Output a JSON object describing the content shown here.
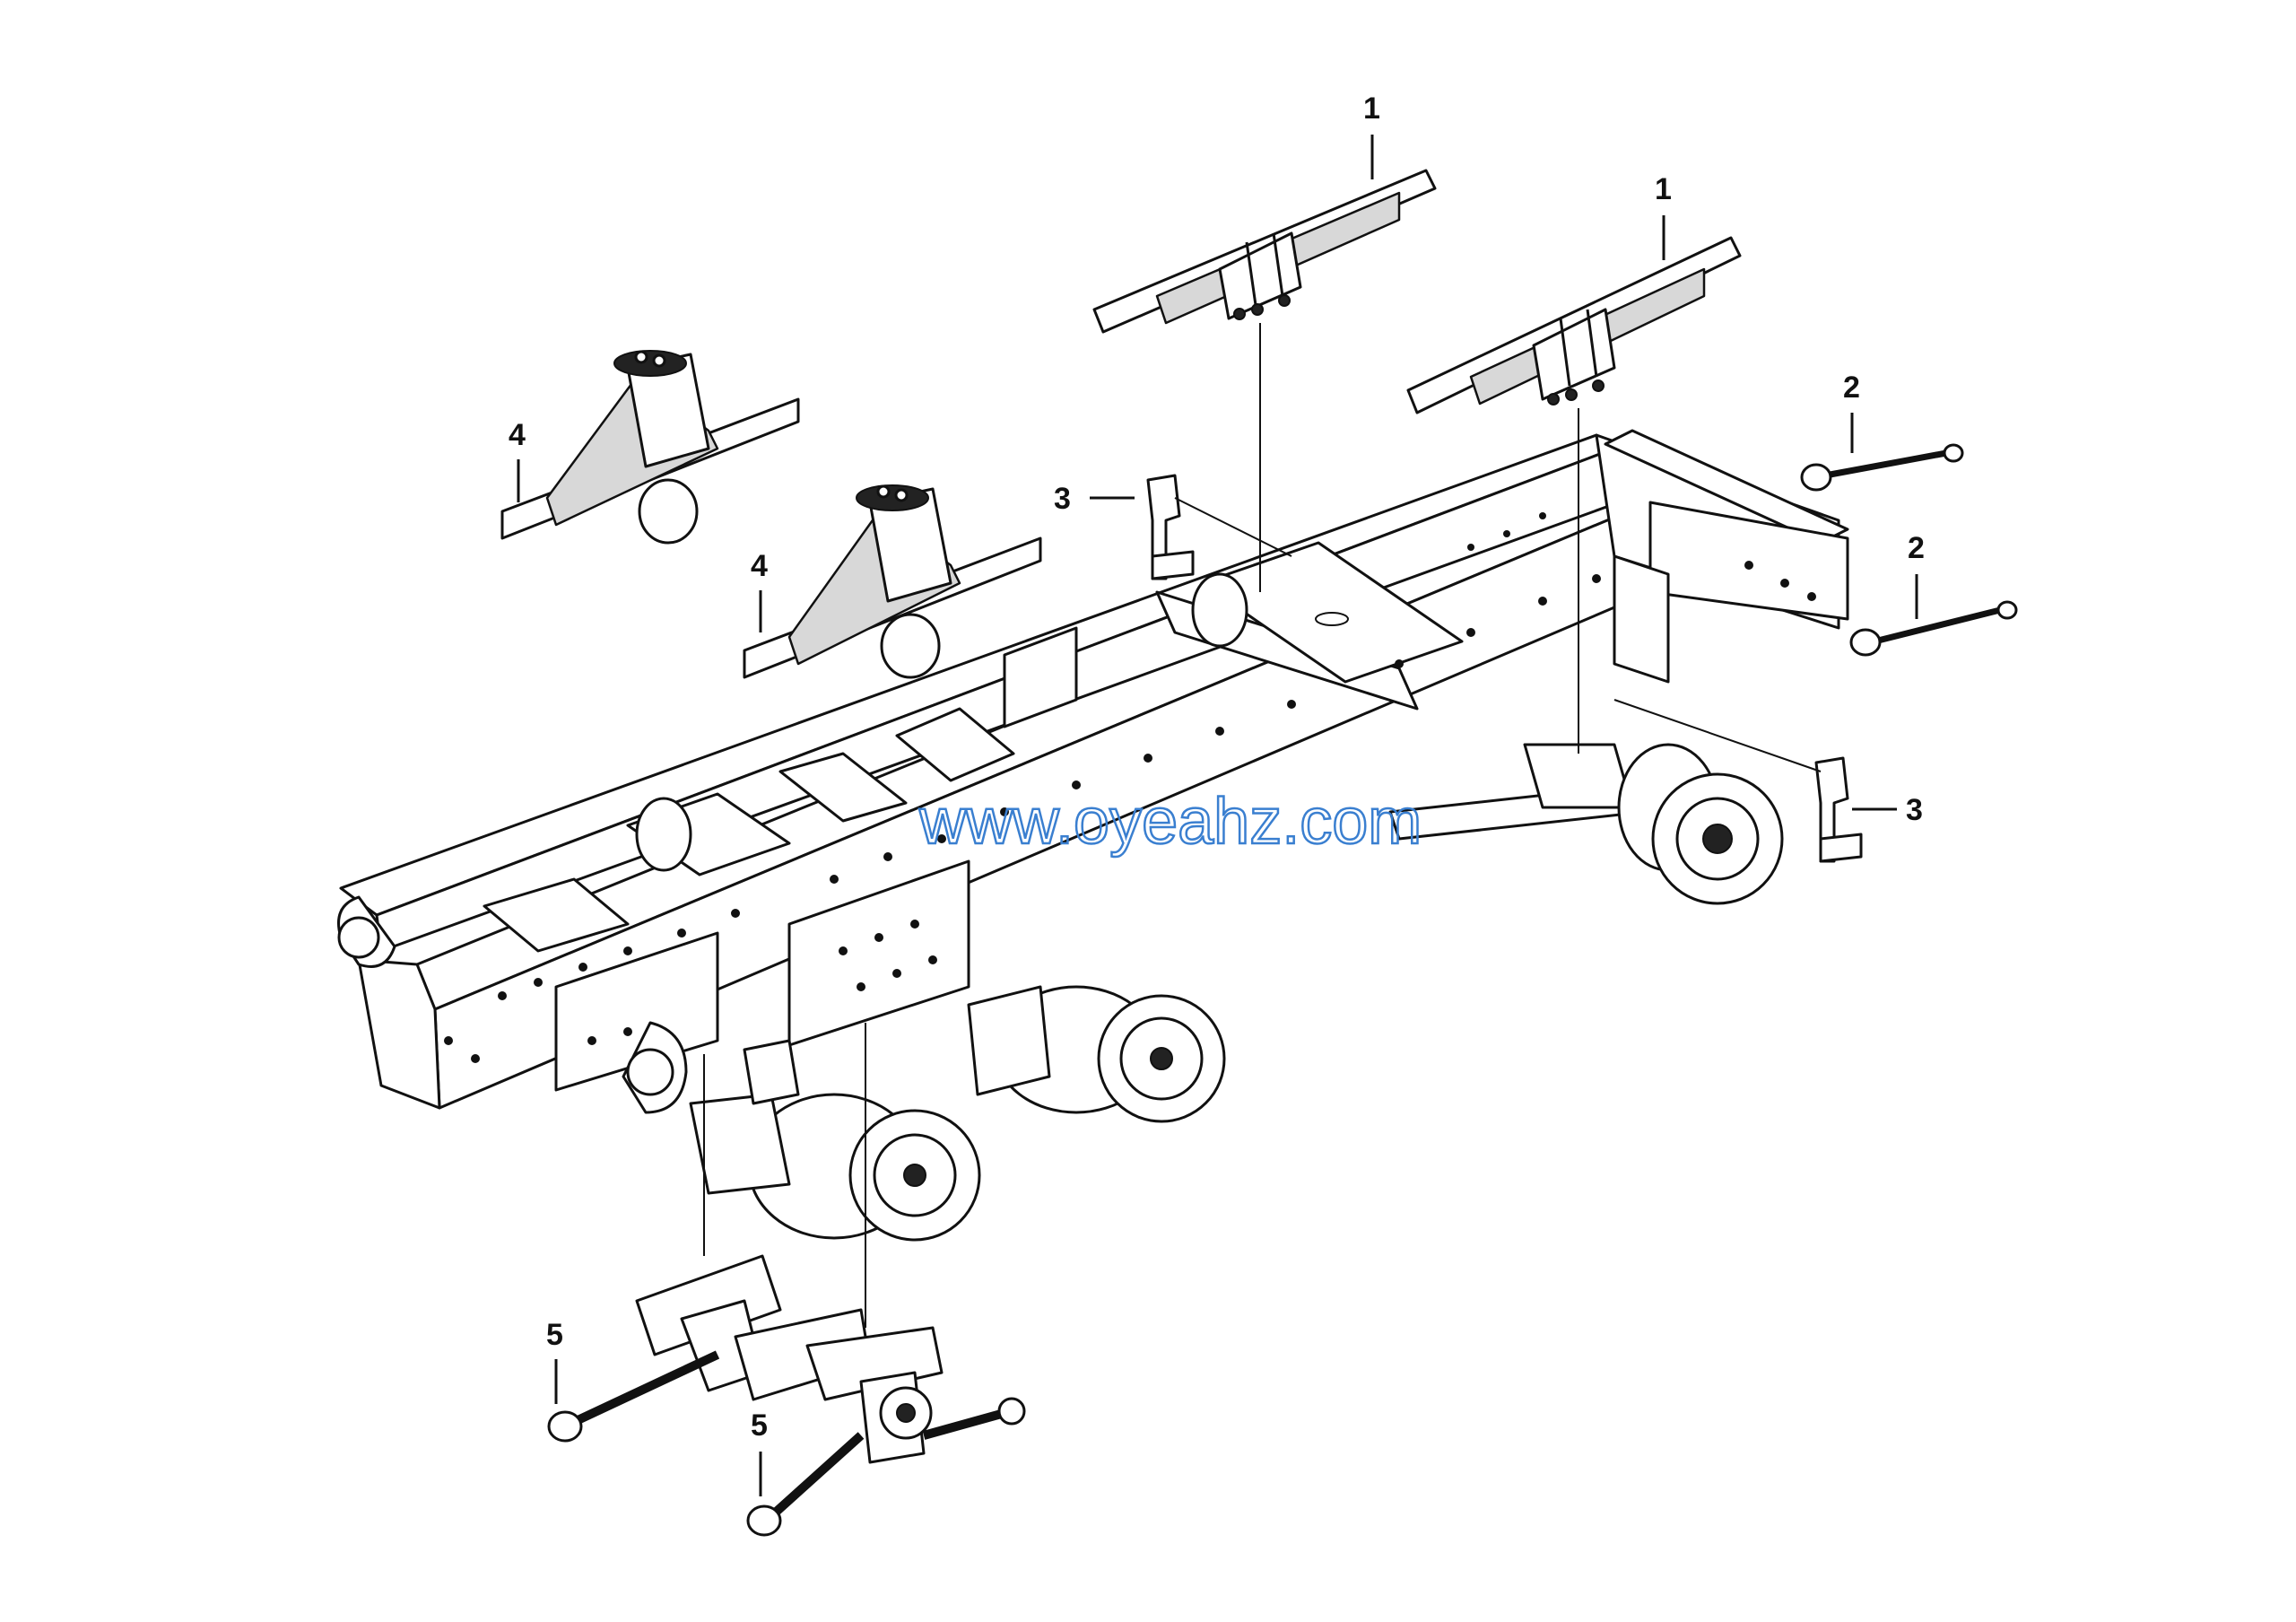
{
  "diagram": {
    "callouts": [
      {
        "id": "leaf-spring-a",
        "label": "1"
      },
      {
        "id": "leaf-spring-b",
        "label": "1"
      },
      {
        "id": "torque-rod-a",
        "label": "2"
      },
      {
        "id": "torque-rod-b",
        "label": "2"
      },
      {
        "id": "bracket-a",
        "label": "3"
      },
      {
        "id": "bracket-b",
        "label": "3"
      },
      {
        "id": "balance-spring-a",
        "label": "4"
      },
      {
        "id": "balance-spring-b",
        "label": "4"
      },
      {
        "id": "reaction-rod-a",
        "label": "5"
      },
      {
        "id": "reaction-rod-b",
        "label": "5"
      }
    ],
    "watermark": "www.oyeahz.com",
    "colors": {
      "line": "#111111",
      "watermark": "#3a7fd0",
      "background": "#ffffff"
    }
  }
}
